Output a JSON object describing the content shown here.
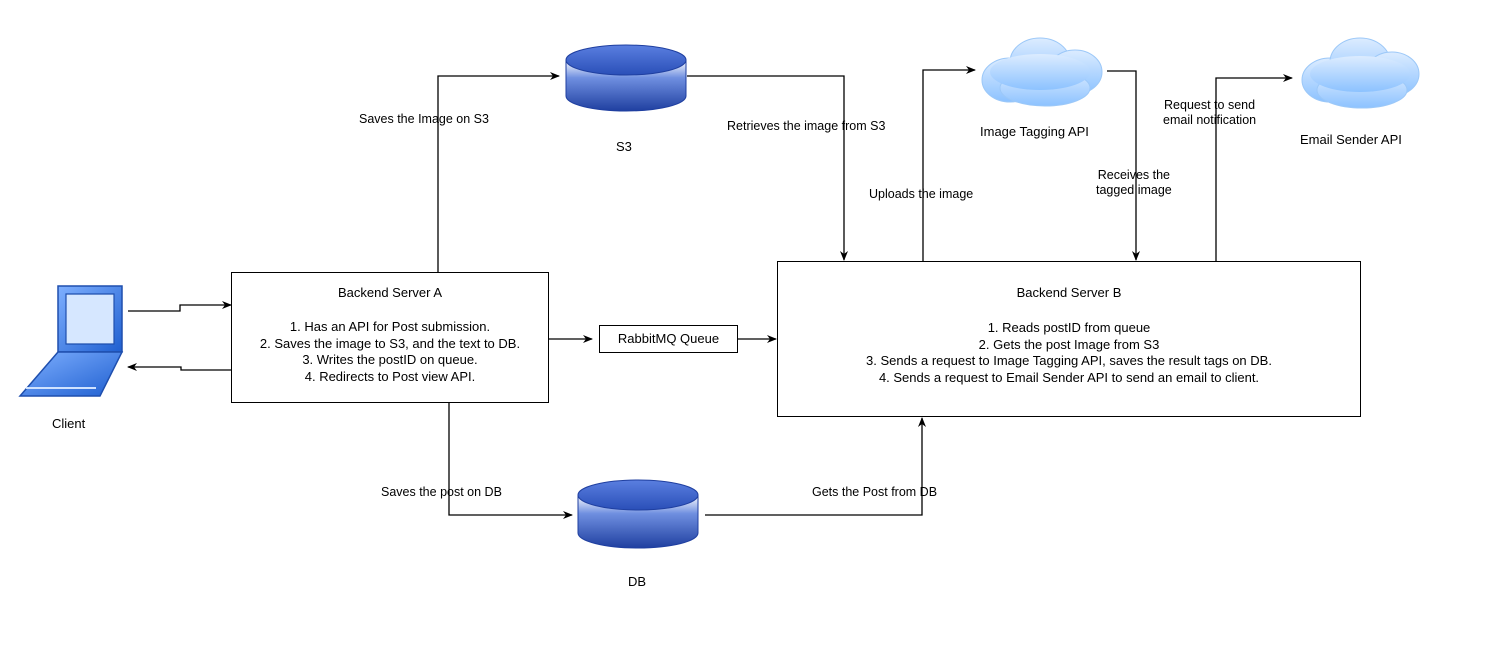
{
  "nodes": {
    "client": {
      "label": "Client"
    },
    "s3": {
      "label": "S3"
    },
    "db": {
      "label": "DB"
    },
    "image_tagging_api": {
      "label": "Image Tagging API"
    },
    "email_sender_api": {
      "label": "Email Sender API"
    },
    "queue": {
      "label": "RabbitMQ Queue"
    },
    "server_a": {
      "title": "Backend Server A",
      "lines": [
        "1. Has an API for Post submission.",
        "2. Saves the image to S3, and the text to DB.",
        "3. Writes the postID on queue.",
        "4. Redirects to Post view API."
      ]
    },
    "server_b": {
      "title": "Backend Server B",
      "lines": [
        "1. Reads postID from queue",
        "2. Gets the post Image from S3",
        "3. Sends a request to Image Tagging API, saves the result tags on DB.",
        "4. Sends a request to Email Sender API to send an email to client."
      ]
    }
  },
  "edges": {
    "saves_image_s3": "Saves the Image on S3",
    "retrieves_image_s3": "Retrieves the image from S3",
    "uploads_image": "Uploads the image",
    "receives_tagged": [
      "Receives the",
      "tagged image"
    ],
    "request_email": [
      "Request to send",
      "email notification"
    ],
    "saves_post_db": "Saves the post on DB",
    "gets_post_db": "Gets the Post from DB"
  },
  "colors": {
    "cylinder_top": "#3a62c9",
    "cylinder_body_dark": "#1f3fa0",
    "cylinder_body_light": "#ffffff",
    "cloud_fill": "#a9d3ff",
    "laptop_blue": "#2a6bd8"
  }
}
